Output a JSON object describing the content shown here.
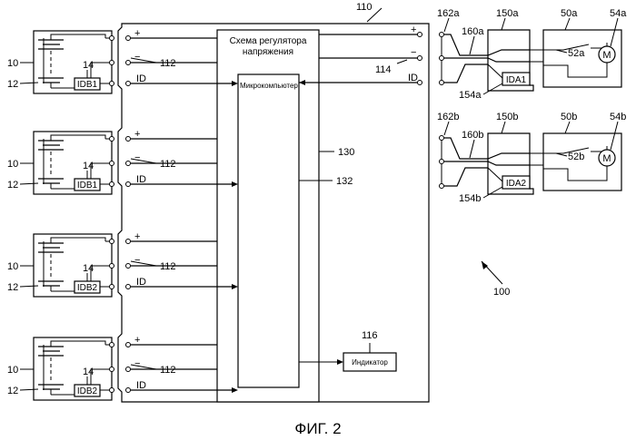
{
  "figure": {
    "caption": "ФИГ. 2",
    "system_ref": "100",
    "charger_ref": "110",
    "regulator_ref": "130",
    "mc_ref": "132",
    "conn_ref": "114",
    "indicator_ref": "116",
    "regulator_title_line1": "Схема регулятора",
    "regulator_title_line2": "напряжения",
    "microcomputer_label": "Микрокомпьютер",
    "indicator_label": "Индикатор",
    "plus_sign": "+",
    "minus_sign": "−",
    "id_label": "ID"
  },
  "batteries": [
    {
      "pack_ref": "10",
      "cell_ref": "12",
      "chip_ref": "14",
      "chip_label": "IDB1",
      "port_ref": "112"
    },
    {
      "pack_ref": "10",
      "cell_ref": "12",
      "chip_ref": "14",
      "chip_label": "IDB1",
      "port_ref": "112"
    },
    {
      "pack_ref": "10",
      "cell_ref": "12",
      "chip_ref": "14",
      "chip_label": "IDB2",
      "port_ref": "112"
    },
    {
      "pack_ref": "10",
      "cell_ref": "12",
      "chip_ref": "14",
      "chip_label": "IDB2",
      "port_ref": "112"
    }
  ],
  "tools": [
    {
      "adapter_ref": "150a",
      "term_ref": "162a",
      "wire_ref": "160a",
      "chip_ref": "154a",
      "chip_label": "IDA1",
      "tool_ref": "50a",
      "motor_ref": "54a",
      "switch_ref": "52a",
      "motor_label": "M"
    },
    {
      "adapter_ref": "150b",
      "term_ref": "162b",
      "wire_ref": "160b",
      "chip_ref": "154b",
      "chip_label": "IDA2",
      "tool_ref": "50b",
      "motor_ref": "54b",
      "switch_ref": "52b",
      "motor_label": "M"
    }
  ]
}
